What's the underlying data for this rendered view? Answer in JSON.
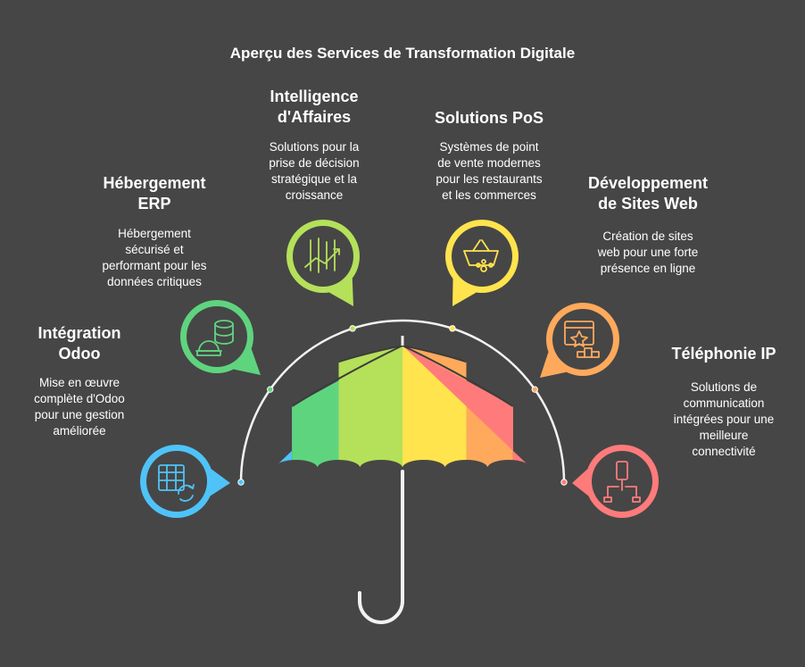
{
  "title": "Aperçu des Services de Transformation Digitale",
  "services": [
    {
      "title_lines": [
        "Intégration",
        "Odoo"
      ],
      "desc_lines": [
        "Mise en œuvre",
        "complète d'Odoo",
        "pour une gestion",
        "améliorée"
      ],
      "color": "#4FC3F7",
      "icon": "spreadsheet-sync-icon"
    },
    {
      "title_lines": [
        "Hébergement",
        "ERP"
      ],
      "desc_lines": [
        "Hébergement",
        "sécurisé et",
        "performant pour les",
        "données critiques"
      ],
      "color": "#5FD47F",
      "icon": "database-worker-icon"
    },
    {
      "title_lines": [
        "Intelligence",
        "d'Affaires"
      ],
      "desc_lines": [
        "Solutions pour la",
        "prise de décision",
        "stratégique et la",
        "croissance"
      ],
      "color": "#B5E05A",
      "icon": "growth-chart-icon"
    },
    {
      "title_lines": [
        "Solutions PoS"
      ],
      "desc_lines": [
        "Systèmes de point",
        "de vente modernes",
        "pour les restaurants",
        "et les commerces"
      ],
      "color": "#FFE44D",
      "icon": "shopping-basket-icon"
    },
    {
      "title_lines": [
        "Développement",
        "de Sites Web"
      ],
      "desc_lines": [
        "Création de sites",
        "web pour une forte",
        "présence en ligne"
      ],
      "color": "#FFA95C",
      "icon": "website-ranking-icon"
    },
    {
      "title_lines": [
        "Téléphonie IP"
      ],
      "desc_lines": [
        "Solutions de",
        "communication",
        "intégrées pour une",
        "meilleure",
        "connectivité"
      ],
      "color": "#FF7B7B",
      "icon": "phone-network-icon"
    }
  ],
  "umbrella_colors": [
    "#4FC3F7",
    "#5FD47F",
    "#B5E05A",
    "#FFE44D",
    "#FFA95C",
    "#FF7B7B"
  ],
  "stroke_color": "#3c3c3c",
  "handle_color": "#f2f2f2"
}
